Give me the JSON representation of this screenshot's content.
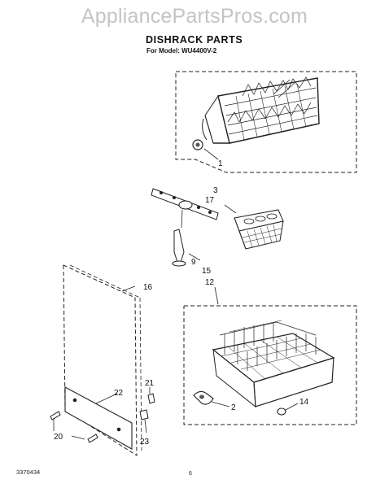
{
  "watermark": "AppliancePartsPros.com",
  "header": {
    "title": "DISHRACK PARTS",
    "model_line": "For Model: WU4400V-2"
  },
  "callouts": [
    "1",
    "3",
    "17",
    "9",
    "15",
    "12",
    "16",
    "21",
    "22",
    "2",
    "14",
    "20",
    "23"
  ],
  "footer": {
    "code": "3370434",
    "page": "6"
  }
}
